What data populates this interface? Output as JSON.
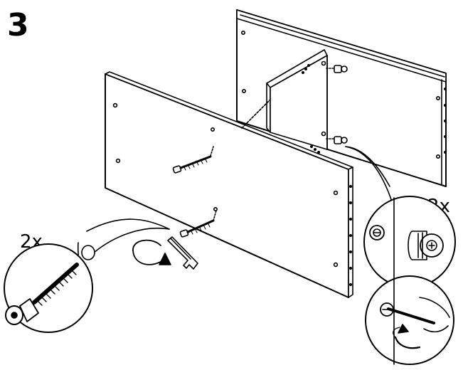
{
  "step": {
    "number": "3"
  },
  "callouts": {
    "screw_quantity": "2x",
    "cam_quantity": "2x"
  },
  "colors": {
    "ink": "#000000",
    "paper": "#ffffff",
    "shade": "#e6e6e6"
  },
  "icons": [
    "rotate-arrow-icon",
    "allen-key-icon",
    "screwdriver-icon",
    "cam-lock-icon",
    "screw-icon"
  ]
}
